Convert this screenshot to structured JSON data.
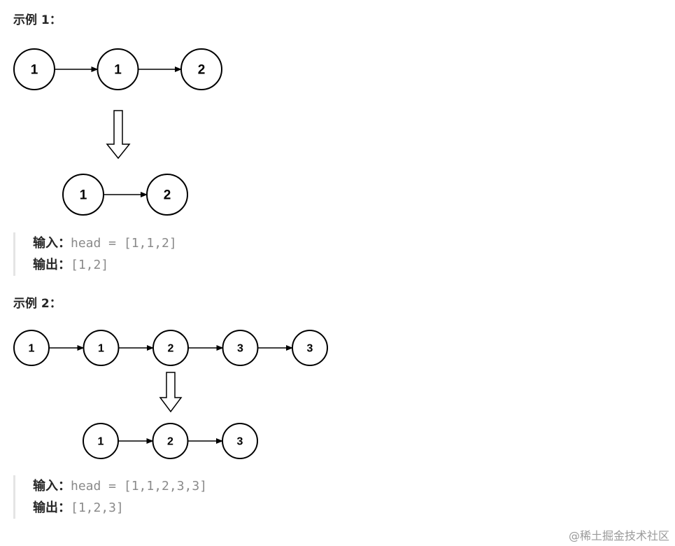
{
  "example1": {
    "title": "示例 1：",
    "input_list": [
      "1",
      "1",
      "2"
    ],
    "output_list": [
      "1",
      "2"
    ],
    "input_label": "输入：",
    "input_value": "head = [1,1,2]",
    "output_label": "输出：",
    "output_value": "[1,2]"
  },
  "example2": {
    "title": "示例 2：",
    "input_list": [
      "1",
      "1",
      "2",
      "3",
      "3"
    ],
    "output_list": [
      "1",
      "2",
      "3"
    ],
    "input_label": "输入：",
    "input_value": "head = [1,1,2,3,3]",
    "output_label": "输出：",
    "output_value": "[1,2,3]"
  },
  "watermark": "@稀土掘金技术社区"
}
